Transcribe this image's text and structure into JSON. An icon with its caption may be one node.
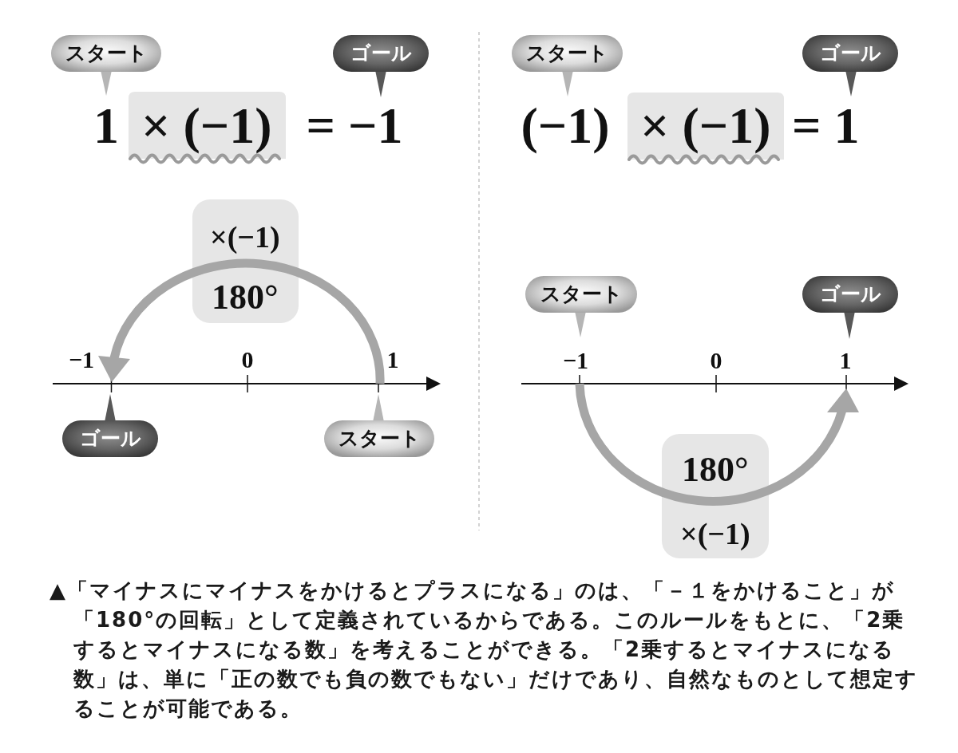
{
  "diagram": {
    "nodes": [
      {
        "text": [
          "スタート"
        ]
      },
      {
        "text": [
          "ゴール"
        ]
      },
      {
        "text": [
          "スタート"
        ]
      },
      {
        "text": [
          "ゴール"
        ]
      },
      {
        "text": [
          "× (−1)"
        ]
      },
      {
        "text": [
          "× (−1)"
        ]
      },
      {
        "text": [
          "×(−1)",
          "180°"
        ]
      },
      {
        "text": [
          "スタート"
        ]
      },
      {
        "text": [
          "ゴール"
        ]
      },
      {
        "text": [
          "ゴール"
        ]
      },
      {
        "text": [
          "スタート"
        ]
      },
      {
        "text": [
          "180°",
          "×(−1)"
        ]
      }
    ],
    "labels": [
      "1",
      "= −1",
      "(−1)",
      "= 1",
      "−1",
      "0",
      "1",
      "−1",
      "0",
      "1"
    ],
    "caption": "▲「マイナスにマイナスをかけるとプラスになる」のは、「－１をかけること」が「180°の回転」として定義されているからである。このルールをもとに、「2乗するとマイナスになる数」を考えることができる。「2乗するとマイナスになる数」は、単に「正の数でも負の数でもない」だけであり、自然なものとして想定することが可能である。"
  }
}
